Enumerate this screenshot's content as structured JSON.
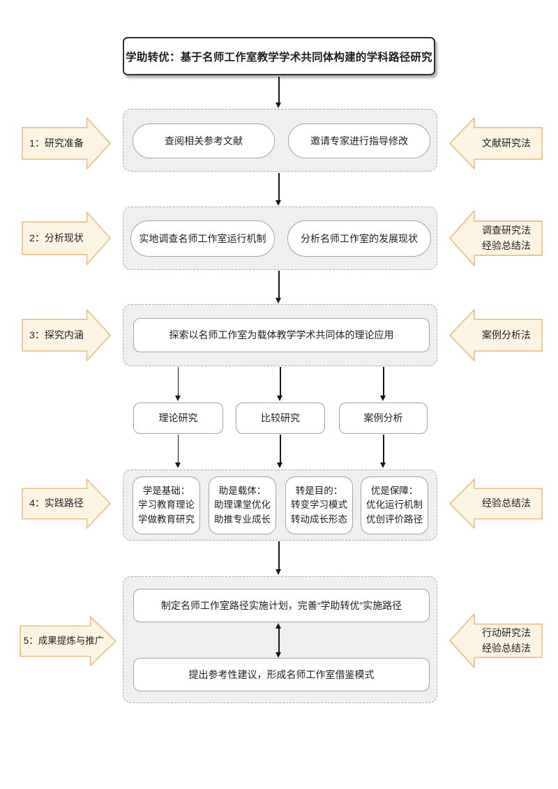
{
  "title": "学助转优：基于名师工作室教学学术共同体构建的学科路径研究",
  "stages": [
    {
      "left": "1：研究准备",
      "right": "文献研究法",
      "boxes": [
        "查阅相关参考文献",
        "邀请专家进行指导修改"
      ]
    },
    {
      "left": "2：分析现状",
      "right": "调查研究法\n经验总结法",
      "boxes": [
        "实地调查名师工作室运行机制",
        "分析名师工作室的发展现状"
      ]
    },
    {
      "left": "3：探究内涵",
      "right": "案例分析法",
      "boxes": [
        "探索以名师工作室为载体教学学术共同体的理论应用"
      ]
    },
    {
      "left": "4：实践路径",
      "right": "经验总结法",
      "boxes": [
        "学是基础：\n学习教育理论\n学做教育研究",
        "助是载体：\n助理课堂优化\n助推专业成长",
        "转是目的：\n转变学习模式\n转动成长形态",
        "优是保障：\n优化运行机制\n优创评价路径"
      ]
    },
    {
      "left": "5：成果提炼与推广",
      "right": "行动研究法\n经验总结法",
      "boxes": [
        "制定名师工作室路径实施计划，完善“学助转优”实施路径",
        "提出参考性建议，形成名师工作室借鉴模式"
      ]
    }
  ],
  "methods_row": [
    "理论研究",
    "比较研究",
    "案例分析"
  ],
  "colors": {
    "side_arrow_fill": "#fcf4e3",
    "side_arrow_border": "#e8bf85",
    "container_fill": "#efefef",
    "container_border": "#aeaeae",
    "box_border": "#a3a3a3",
    "line": "#161616",
    "text": "#1f1f1f"
  }
}
